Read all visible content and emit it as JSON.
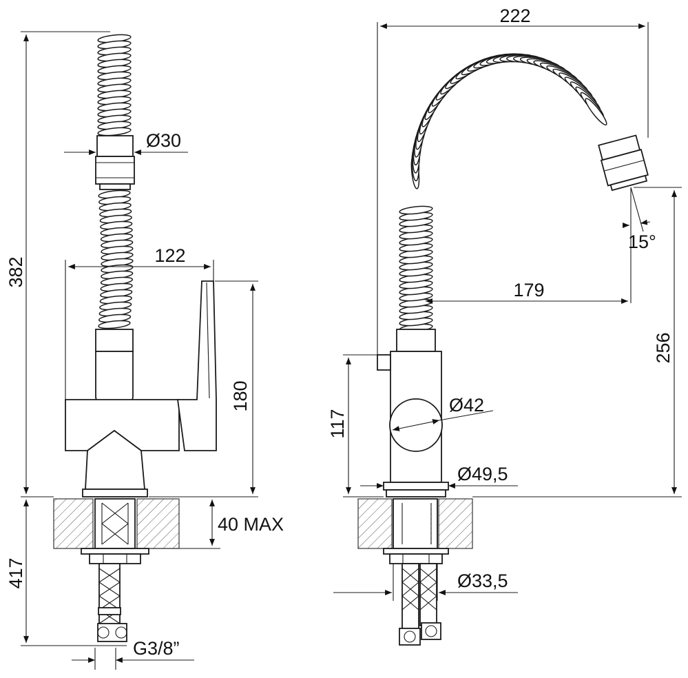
{
  "dimensions": {
    "height_total": "382",
    "diameter_head": "Ø30",
    "width_body": "122",
    "height_lever": "180",
    "depth_deck": "40 MAX",
    "length_below": "417",
    "thread": "G3/8”",
    "reach": "222",
    "angle": "15°",
    "spout_offset": "179",
    "spout_height": "256",
    "body_height": "117",
    "diameter_body": "Ø42",
    "diameter_base": "Ø49,5",
    "diameter_shank": "Ø33,5"
  }
}
